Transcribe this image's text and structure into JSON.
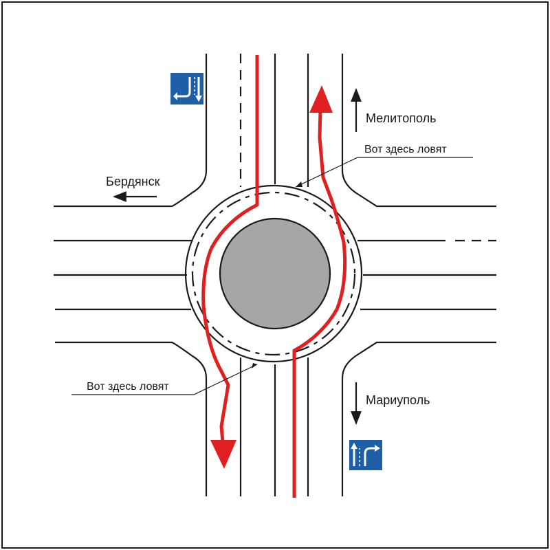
{
  "labels": {
    "melitopol": "Мелитополь",
    "berdyansk": "Бердянск",
    "mariupol": "Мариуполь",
    "catch_top": "Вот здесь ловят",
    "catch_bottom": "Вот здесь ловят"
  },
  "colors": {
    "route": "#e02020",
    "island": "#a6a6a6",
    "sign": "#1f5fa6",
    "line": "#1a1a1a"
  },
  "icons": {
    "sign_top_left": "lane-sign-left-turn-down",
    "sign_bottom_right": "lane-sign-straight-right",
    "arrow_melitopol": "arrow-up-icon",
    "arrow_berdyansk": "arrow-left-icon",
    "arrow_mariupol": "arrow-down-icon"
  }
}
